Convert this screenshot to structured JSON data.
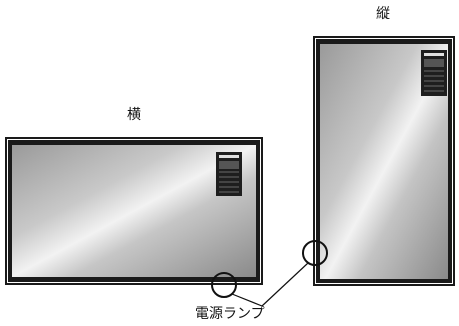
{
  "labels": {
    "landscape": "横",
    "portrait": "縦",
    "power_lamp": "電源ランプ"
  },
  "colors": {
    "bezel": "#1a1a1a",
    "screen_dark": "#8e8e8e",
    "screen_light": "#f5f5f5"
  }
}
